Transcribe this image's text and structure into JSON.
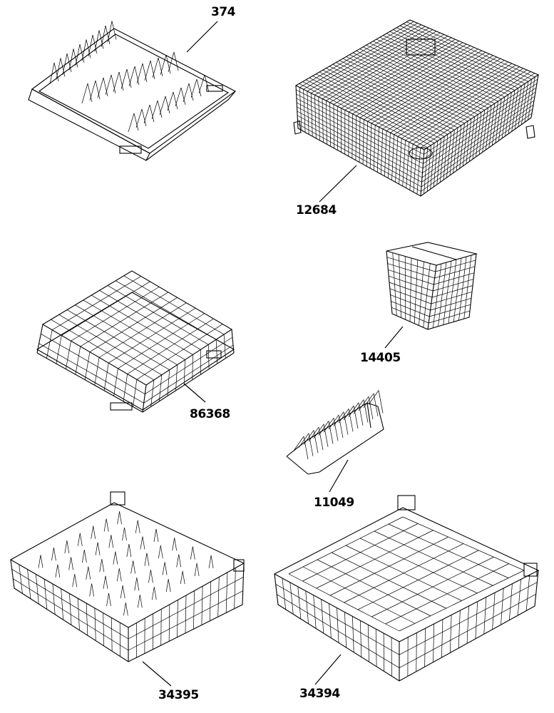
{
  "parts": [
    {
      "id": "rack-plate",
      "label": "374"
    },
    {
      "id": "mesh-basket",
      "label": "12684"
    },
    {
      "id": "wire-rack",
      "label": "86368"
    },
    {
      "id": "cutlery-basket",
      "label": "14405"
    },
    {
      "id": "plate-insert",
      "label": "11049"
    },
    {
      "id": "peg-rack",
      "label": "34395"
    },
    {
      "id": "open-rack",
      "label": "34394"
    }
  ]
}
